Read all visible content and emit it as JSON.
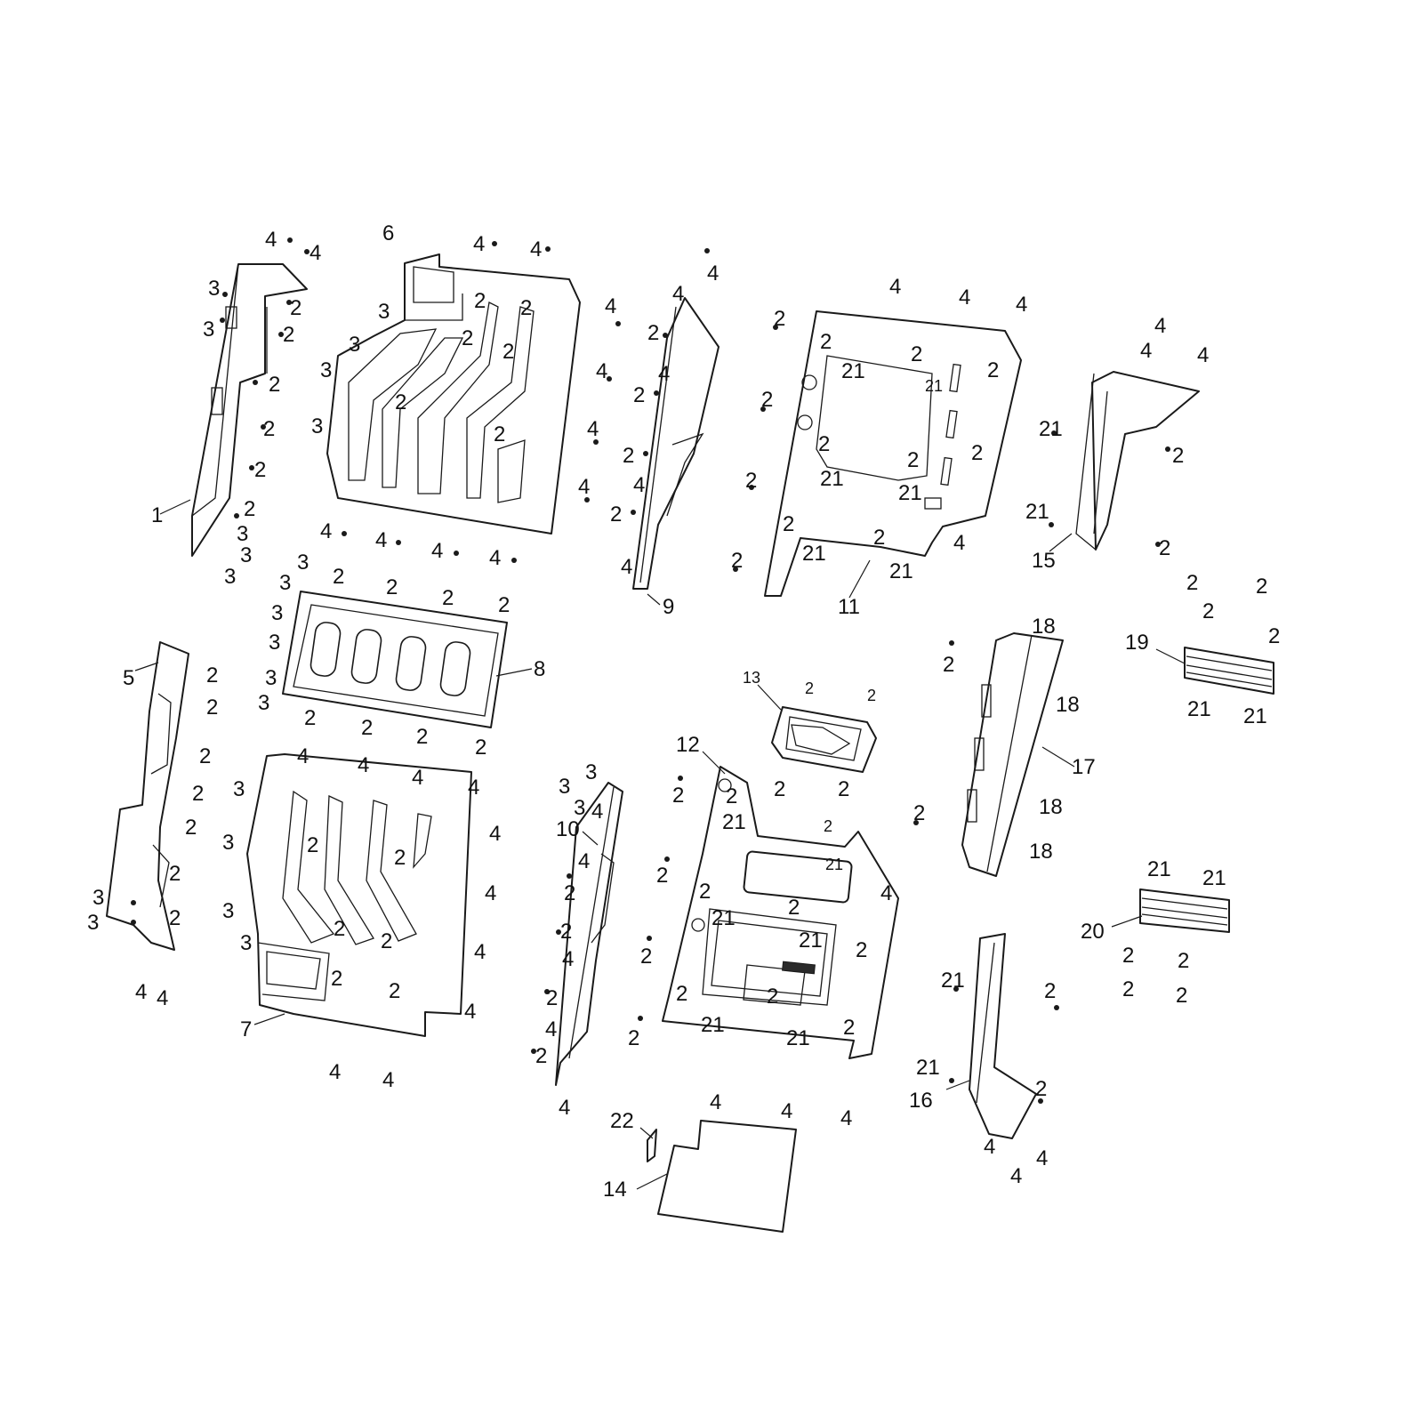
{
  "diagram": {
    "background": "#ffffff",
    "line_color": "#1a1a1a",
    "parts": [
      {
        "id": "p1",
        "callout": "1"
      },
      {
        "id": "p5",
        "callout": "5"
      },
      {
        "id": "p6",
        "callout": "6"
      },
      {
        "id": "p7",
        "callout": "7"
      },
      {
        "id": "p8",
        "callout": "8"
      },
      {
        "id": "p9",
        "callout": "9"
      },
      {
        "id": "p10",
        "callout": "10"
      },
      {
        "id": "p11",
        "callout": "11"
      },
      {
        "id": "p12",
        "callout": "12"
      },
      {
        "id": "p13",
        "callout": "13"
      },
      {
        "id": "p14",
        "callout": "14"
      },
      {
        "id": "p15",
        "callout": "15"
      },
      {
        "id": "p16",
        "callout": "16"
      },
      {
        "id": "p17",
        "callout": "17"
      },
      {
        "id": "p19",
        "callout": "19"
      },
      {
        "id": "p20",
        "callout": "20"
      },
      {
        "id": "p22",
        "callout": "22"
      }
    ],
    "fastener_callouts": {
      "screw": "2",
      "bolt": "3",
      "clip": "4",
      "clip_nut": "18",
      "nut": "21"
    }
  }
}
